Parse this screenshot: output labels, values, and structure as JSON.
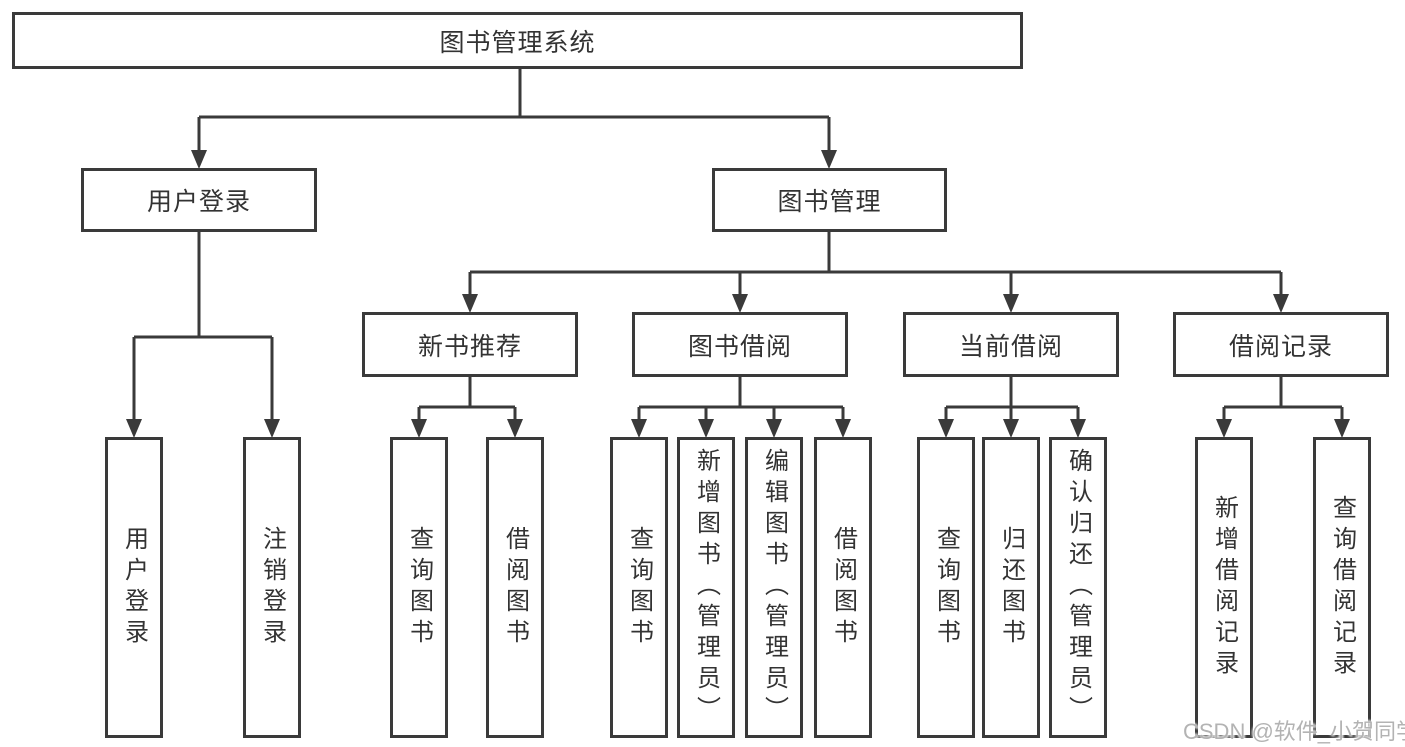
{
  "colors": {
    "background": "#ffffff",
    "line": "#3a3a3a",
    "text": "#333333",
    "watermark": "#b3b3b3"
  },
  "tree": {
    "label": "图书管理系统",
    "children": [
      {
        "label": "用户登录",
        "children": [
          {
            "label": "用户登录"
          },
          {
            "label": "注销登录"
          }
        ]
      },
      {
        "label": "图书管理",
        "children": [
          {
            "label": "新书推荐",
            "children": [
              {
                "label": "查询图书"
              },
              {
                "label": "借阅图书"
              }
            ]
          },
          {
            "label": "图书借阅",
            "children": [
              {
                "label": "查询图书"
              },
              {
                "label": "新增图书（管理员）"
              },
              {
                "label": "编辑图书（管理员）"
              },
              {
                "label": "借阅图书"
              }
            ]
          },
          {
            "label": "当前借阅",
            "children": [
              {
                "label": "查询图书"
              },
              {
                "label": "归还图书"
              },
              {
                "label": "确认归还（管理员）"
              }
            ]
          },
          {
            "label": "借阅记录",
            "children": [
              {
                "label": "新增借阅记录"
              },
              {
                "label": "查询借阅记录"
              }
            ]
          }
        ]
      }
    ]
  },
  "watermark": {
    "text": "CSDN @软件_小贺同学"
  }
}
